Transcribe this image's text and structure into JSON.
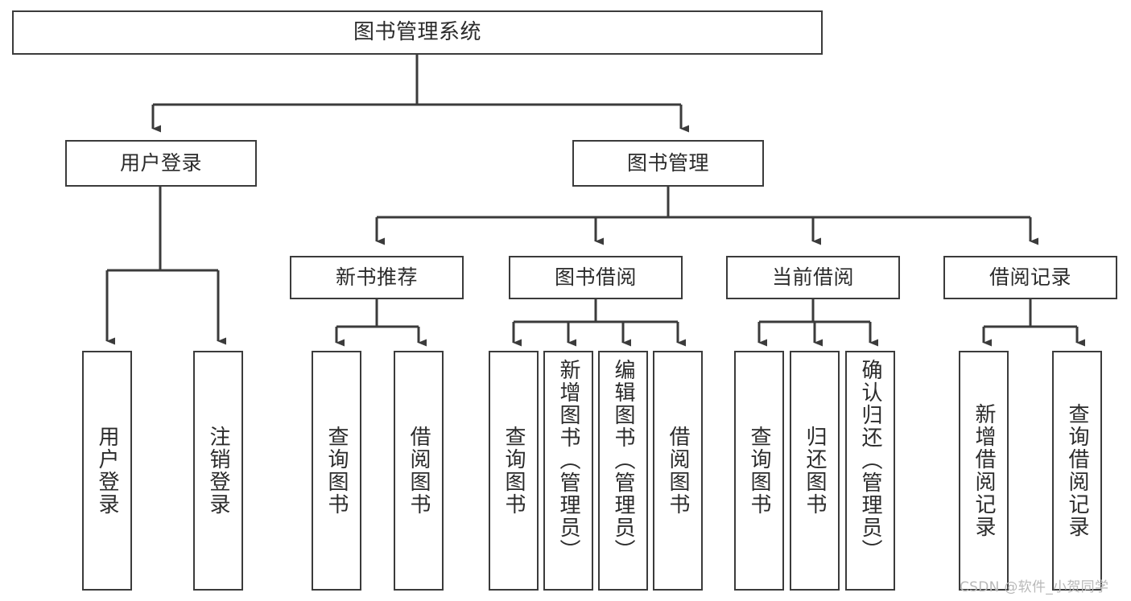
{
  "diagram": {
    "type": "tree",
    "title": "图书管理系统",
    "orientation": "top-down",
    "colors": {
      "node_border": "#3b3b3b",
      "node_fill": "#ffffff",
      "edge": "#3b3b3b",
      "text": "#2b2b2b",
      "watermark": "#b9b9b9"
    },
    "watermark": "CSDN @软件_小贺同学",
    "nodes": {
      "root": {
        "label": "图书管理系统",
        "level": 1
      },
      "user_login": {
        "label": "用户登录",
        "level": 2
      },
      "book_manage": {
        "label": "图书管理",
        "level": 2
      },
      "new_book_rec": {
        "label": "新书推荐",
        "level": 3
      },
      "book_borrow": {
        "label": "图书借阅",
        "level": 3
      },
      "current_borrow": {
        "label": "当前借阅",
        "level": 3
      },
      "borrow_record": {
        "label": "借阅记录",
        "level": 3
      },
      "leaf_user_login": {
        "label": "用户登录",
        "level": 4
      },
      "leaf_logout": {
        "label": "注销登录",
        "level": 4
      },
      "leaf_query_book_1": {
        "label": "查询图书",
        "level": 4
      },
      "leaf_borrow_book_1": {
        "label": "借阅图书",
        "level": 4
      },
      "leaf_query_book_2": {
        "label": "查询图书",
        "level": 4
      },
      "leaf_add_book": {
        "label": "新增图书（管理员）",
        "level": 4
      },
      "leaf_edit_book": {
        "label": "编辑图书（管理员）",
        "level": 4
      },
      "leaf_borrow_book_2": {
        "label": "借阅图书",
        "level": 4
      },
      "leaf_query_book_3": {
        "label": "查询图书",
        "level": 4
      },
      "leaf_return_book": {
        "label": "归还图书",
        "level": 4
      },
      "leaf_confirm_return": {
        "label": "确认归还（管理员）",
        "level": 4
      },
      "leaf_add_record": {
        "label": "新增借阅记录",
        "level": 4
      },
      "leaf_query_record": {
        "label": "查询借阅记录",
        "level": 4
      }
    },
    "edges": [
      {
        "from": "root",
        "to": "user_login"
      },
      {
        "from": "root",
        "to": "book_manage"
      },
      {
        "from": "user_login",
        "to": "leaf_user_login"
      },
      {
        "from": "user_login",
        "to": "leaf_logout"
      },
      {
        "from": "book_manage",
        "to": "new_book_rec"
      },
      {
        "from": "book_manage",
        "to": "book_borrow"
      },
      {
        "from": "book_manage",
        "to": "current_borrow"
      },
      {
        "from": "book_manage",
        "to": "borrow_record"
      },
      {
        "from": "new_book_rec",
        "to": "leaf_query_book_1"
      },
      {
        "from": "new_book_rec",
        "to": "leaf_borrow_book_1"
      },
      {
        "from": "book_borrow",
        "to": "leaf_query_book_2"
      },
      {
        "from": "book_borrow",
        "to": "leaf_add_book"
      },
      {
        "from": "book_borrow",
        "to": "leaf_edit_book"
      },
      {
        "from": "book_borrow",
        "to": "leaf_borrow_book_2"
      },
      {
        "from": "current_borrow",
        "to": "leaf_query_book_3"
      },
      {
        "from": "current_borrow",
        "to": "leaf_return_book"
      },
      {
        "from": "current_borrow",
        "to": "leaf_confirm_return"
      },
      {
        "from": "borrow_record",
        "to": "leaf_add_record"
      },
      {
        "from": "borrow_record",
        "to": "leaf_query_record"
      }
    ]
  }
}
